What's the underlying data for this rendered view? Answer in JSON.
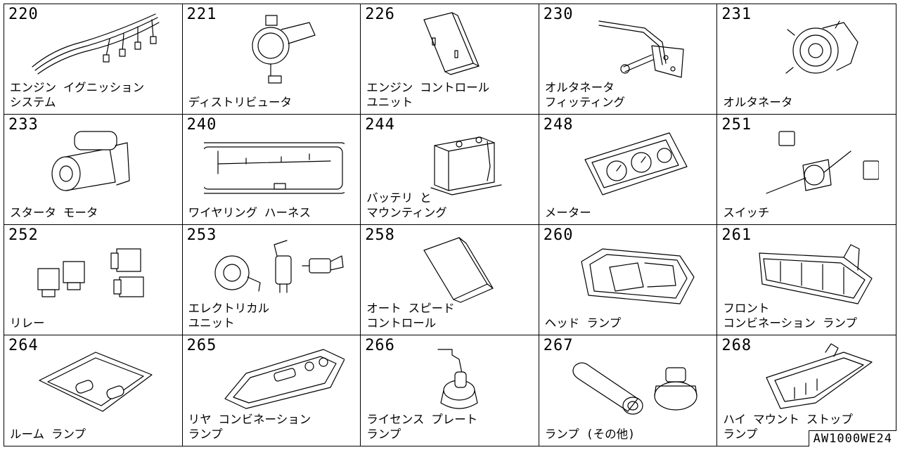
{
  "sections": [
    {
      "code": "220",
      "label": "エンジン イグニッション\nシステム",
      "icon": "ignition-wire-icon"
    },
    {
      "code": "221",
      "label": "ディストリビュータ",
      "icon": "distributor-icon"
    },
    {
      "code": "226",
      "label": "エンジン コントロール\nユニット",
      "icon": "control-unit-icon"
    },
    {
      "code": "230",
      "label": "オルタネータ\nフィッティング",
      "icon": "bracket-icon"
    },
    {
      "code": "231",
      "label": "オルタネータ",
      "icon": "alternator-icon"
    },
    {
      "code": "233",
      "label": "スタータ モータ",
      "icon": "starter-motor-icon"
    },
    {
      "code": "240",
      "label": "ワイヤリング ハーネス",
      "icon": "harness-icon"
    },
    {
      "code": "244",
      "label": "バッテリ と\nマウンティング",
      "icon": "battery-icon"
    },
    {
      "code": "248",
      "label": "メーター",
      "icon": "meter-cluster-icon"
    },
    {
      "code": "251",
      "label": "スイッチ",
      "icon": "switch-icon"
    },
    {
      "code": "252",
      "label": "リレー",
      "icon": "relay-icon"
    },
    {
      "code": "253",
      "label": "エレクトリカル\nユニット",
      "icon": "horn-icon"
    },
    {
      "code": "258",
      "label": "オート スピード\nコントロール",
      "icon": "speed-control-icon"
    },
    {
      "code": "260",
      "label": "ヘッド ランプ",
      "icon": "headlamp-icon"
    },
    {
      "code": "261",
      "label": "フロント\nコンビネーション ランプ",
      "icon": "front-lamp-icon"
    },
    {
      "code": "264",
      "label": "ルーム ランプ",
      "icon": "room-lamp-icon"
    },
    {
      "code": "265",
      "label": "リヤ コンビネーション\nランプ",
      "icon": "rear-lamp-icon"
    },
    {
      "code": "266",
      "label": "ライセンス プレート\nランプ",
      "icon": "license-lamp-icon"
    },
    {
      "code": "267",
      "label": "ランプ (その他)",
      "icon": "bulb-icon"
    },
    {
      "code": "268",
      "label": "ハイ マウント ストップ\nランプ",
      "icon": "stop-lamp-icon"
    }
  ],
  "doc_code": "AW1000WE24"
}
